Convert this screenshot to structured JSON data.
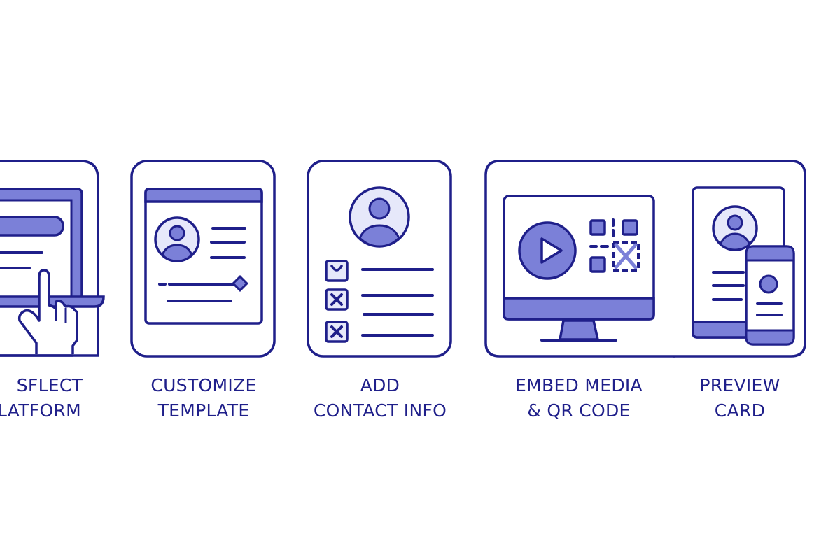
{
  "colors": {
    "stroke": "#1f1f8a",
    "fill_medium": "#7b80d8",
    "fill_light": "#e6e8fa",
    "background": "#ffffff"
  },
  "steps": [
    {
      "id": "select-platform",
      "line1": "SFLECT",
      "line2": "LATFORM",
      "icon": "laptop-hand-icon"
    },
    {
      "id": "customize-template",
      "line1": "CUSTOMIZE",
      "line2": "TEMPLATE",
      "icon": "template-profile-icon"
    },
    {
      "id": "add-contact-info",
      "line1": "ADD",
      "line2": "CONTACT INFO",
      "icon": "contact-card-icon"
    },
    {
      "id": "embed-media-qr",
      "line1": "EMBED MEDIA",
      "line2": "& QR CODE",
      "icon": "monitor-play-qr-icon"
    },
    {
      "id": "preview-card",
      "line1": "PREVIEW",
      "line2": "CARD",
      "icon": "tablet-phone-preview-icon"
    }
  ]
}
